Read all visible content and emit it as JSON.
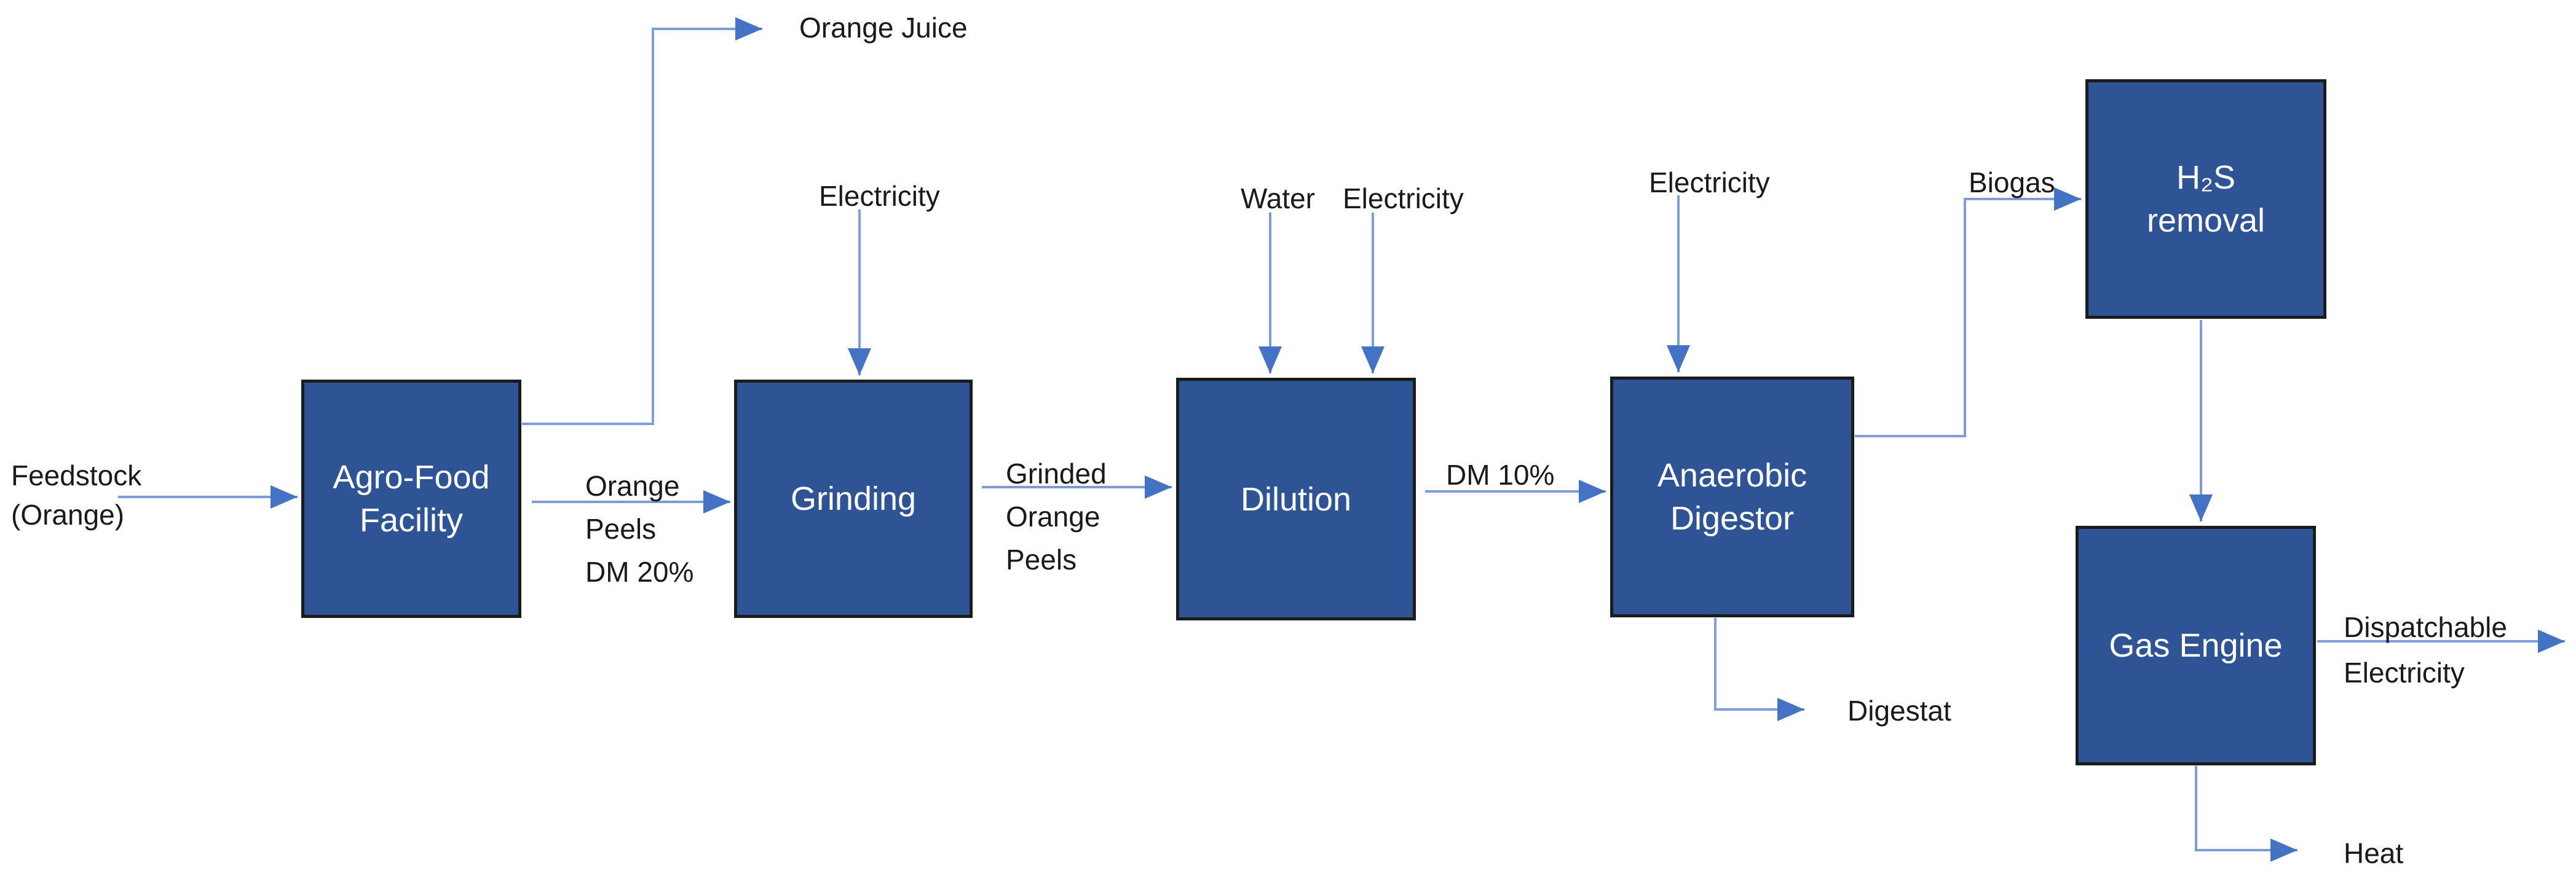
{
  "colors": {
    "box_fill": "#2F5496",
    "box_border": "#1b1b1b",
    "box_text": "#ffffff",
    "label_text": "#1a1a1a",
    "line": "#7D9CD9",
    "arrowhead": "#4472C4",
    "background": "#ffffff"
  },
  "nodes": {
    "agro_food_facility": {
      "lines": [
        "Agro-Food",
        "Facility"
      ]
    },
    "grinding": {
      "lines": [
        "Grinding"
      ]
    },
    "dilution": {
      "lines": [
        "Dilution"
      ]
    },
    "anaerobic_digestor": {
      "lines": [
        "Anaerobic",
        "Digestor"
      ]
    },
    "h2s_removal": {
      "lines": [
        "H₂S",
        "removal"
      ]
    },
    "gas_engine": {
      "lines": [
        "Gas Engine"
      ]
    }
  },
  "labels": {
    "feedstock": {
      "lines": [
        "Feedstock",
        "(Orange)"
      ]
    },
    "orange_juice": "Orange Juice",
    "electricity_grinding": "Electricity",
    "orange_peels_dm20": {
      "lines": [
        "Orange",
        "Peels",
        "DM 20%"
      ]
    },
    "grinded_orange_peels": {
      "lines": [
        "Grinded",
        "Orange",
        "Peels"
      ]
    },
    "water": "Water",
    "electricity_dilution": "Electricity",
    "dm_10": "DM 10%",
    "electricity_digestor": "Electricity",
    "biogas": "Biogas",
    "digestat": "Digestat",
    "dispatchable_electricity": {
      "lines": [
        "Dispatchable",
        "Electricity"
      ]
    },
    "heat": "Heat"
  },
  "edges": [
    {
      "from": "feedstock",
      "to": "agro_food_facility",
      "label": "Feedstock (Orange)"
    },
    {
      "from": "agro_food_facility",
      "to": "orange_juice",
      "label": "Orange Juice"
    },
    {
      "from": "agro_food_facility",
      "to": "grinding",
      "label": "Orange Peels DM 20%"
    },
    {
      "from": "electricity",
      "to": "grinding",
      "label": "Electricity"
    },
    {
      "from": "grinding",
      "to": "dilution",
      "label": "Grinded Orange Peels"
    },
    {
      "from": "water",
      "to": "dilution",
      "label": "Water"
    },
    {
      "from": "electricity",
      "to": "dilution",
      "label": "Electricity"
    },
    {
      "from": "dilution",
      "to": "anaerobic_digestor",
      "label": "DM 10%"
    },
    {
      "from": "electricity",
      "to": "anaerobic_digestor",
      "label": "Electricity"
    },
    {
      "from": "anaerobic_digestor",
      "to": "h2s_removal",
      "label": "Biogas"
    },
    {
      "from": "anaerobic_digestor",
      "to": "digestat",
      "label": "Digestat"
    },
    {
      "from": "h2s_removal",
      "to": "gas_engine",
      "label": ""
    },
    {
      "from": "gas_engine",
      "to": "dispatchable_electricity",
      "label": "Dispatchable Electricity"
    },
    {
      "from": "gas_engine",
      "to": "heat",
      "label": "Heat"
    }
  ]
}
